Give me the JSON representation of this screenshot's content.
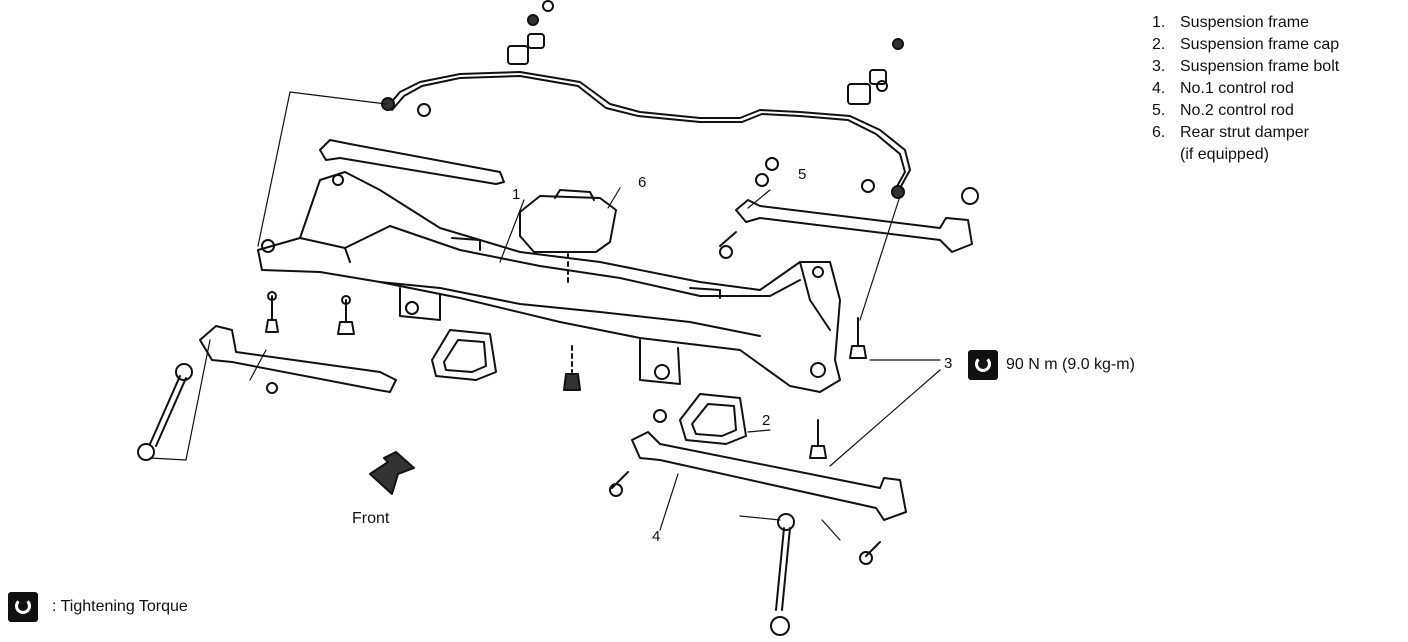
{
  "legend": {
    "items": [
      {
        "num": "1.",
        "text": "Suspension frame"
      },
      {
        "num": "2.",
        "text": "Suspension frame cap"
      },
      {
        "num": "3.",
        "text": "Suspension frame bolt"
      },
      {
        "num": "4.",
        "text": "No.1 control rod"
      },
      {
        "num": "5.",
        "text": "No.2 control rod"
      },
      {
        "num": "6.",
        "text": "Rear strut damper"
      },
      {
        "num": "",
        "text": "(if equipped)"
      }
    ]
  },
  "callouts": {
    "c1": "1",
    "c2": "2",
    "c3": "3",
    "c4": "4",
    "c5": "5",
    "c6": "6"
  },
  "torque_spec": "90 N m (9.0 kg-m)",
  "front_label": "Front",
  "note": {
    "icon": "torque-wrench-icon",
    "text": ": Tightening Torque"
  },
  "colors": {
    "line": "#111111",
    "background": "#ffffff"
  }
}
